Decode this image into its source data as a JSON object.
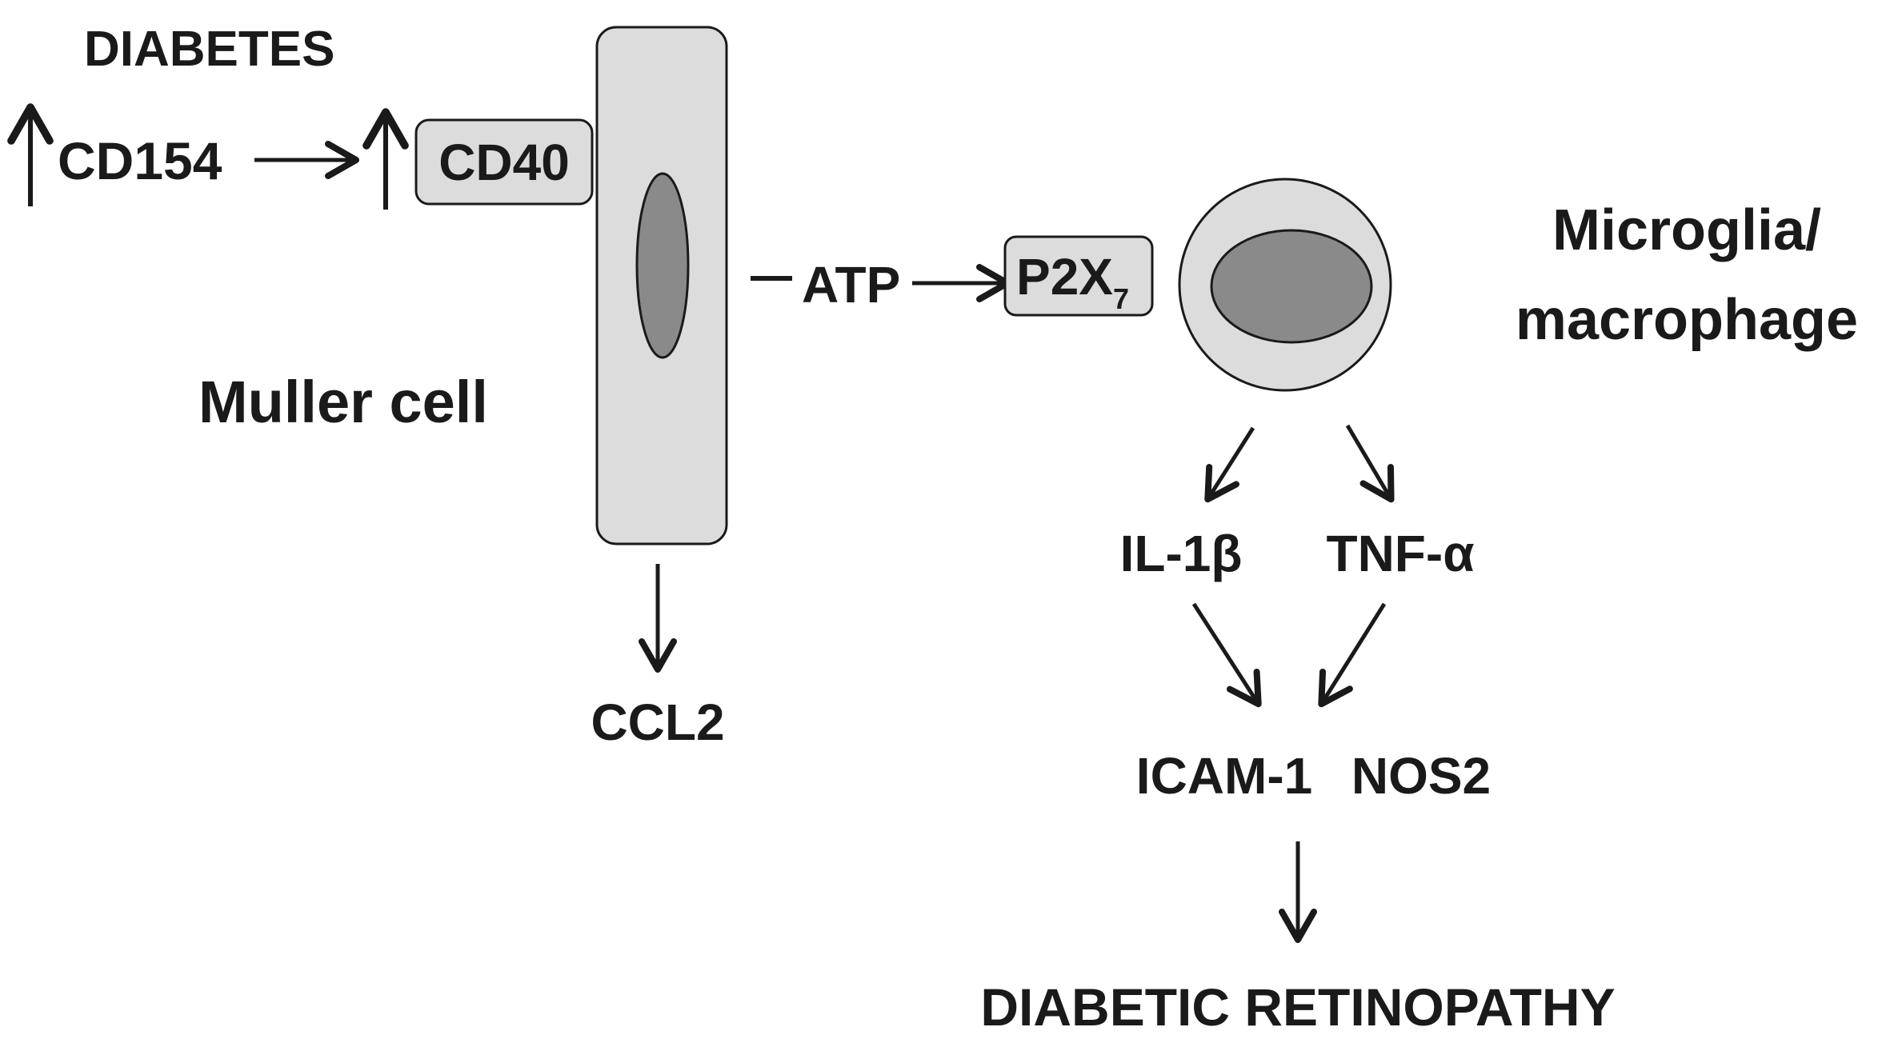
{
  "labels": {
    "diabetes": "DIABETES",
    "cd154": "CD154",
    "cd40": "CD40",
    "muller_cell": "Muller cell",
    "atp": "ATP",
    "p2x": "P2X",
    "p2x_sub": "7",
    "microglia_line1": "Microglia/",
    "microglia_line2": "macrophage",
    "il1b": "IL-1β",
    "tnfa": "TNF-α",
    "ccl2": "CCL2",
    "icam1": "ICAM-1",
    "nos2": "NOS2",
    "diabetic_retinopathy": "DIABETIC RETINOPATHY"
  },
  "colors": {
    "cell_fill": "#dcdcdc",
    "nucleus_fill": "#8a8a8a",
    "stroke": "#1a1a1a",
    "text": "#1a1a1a"
  }
}
